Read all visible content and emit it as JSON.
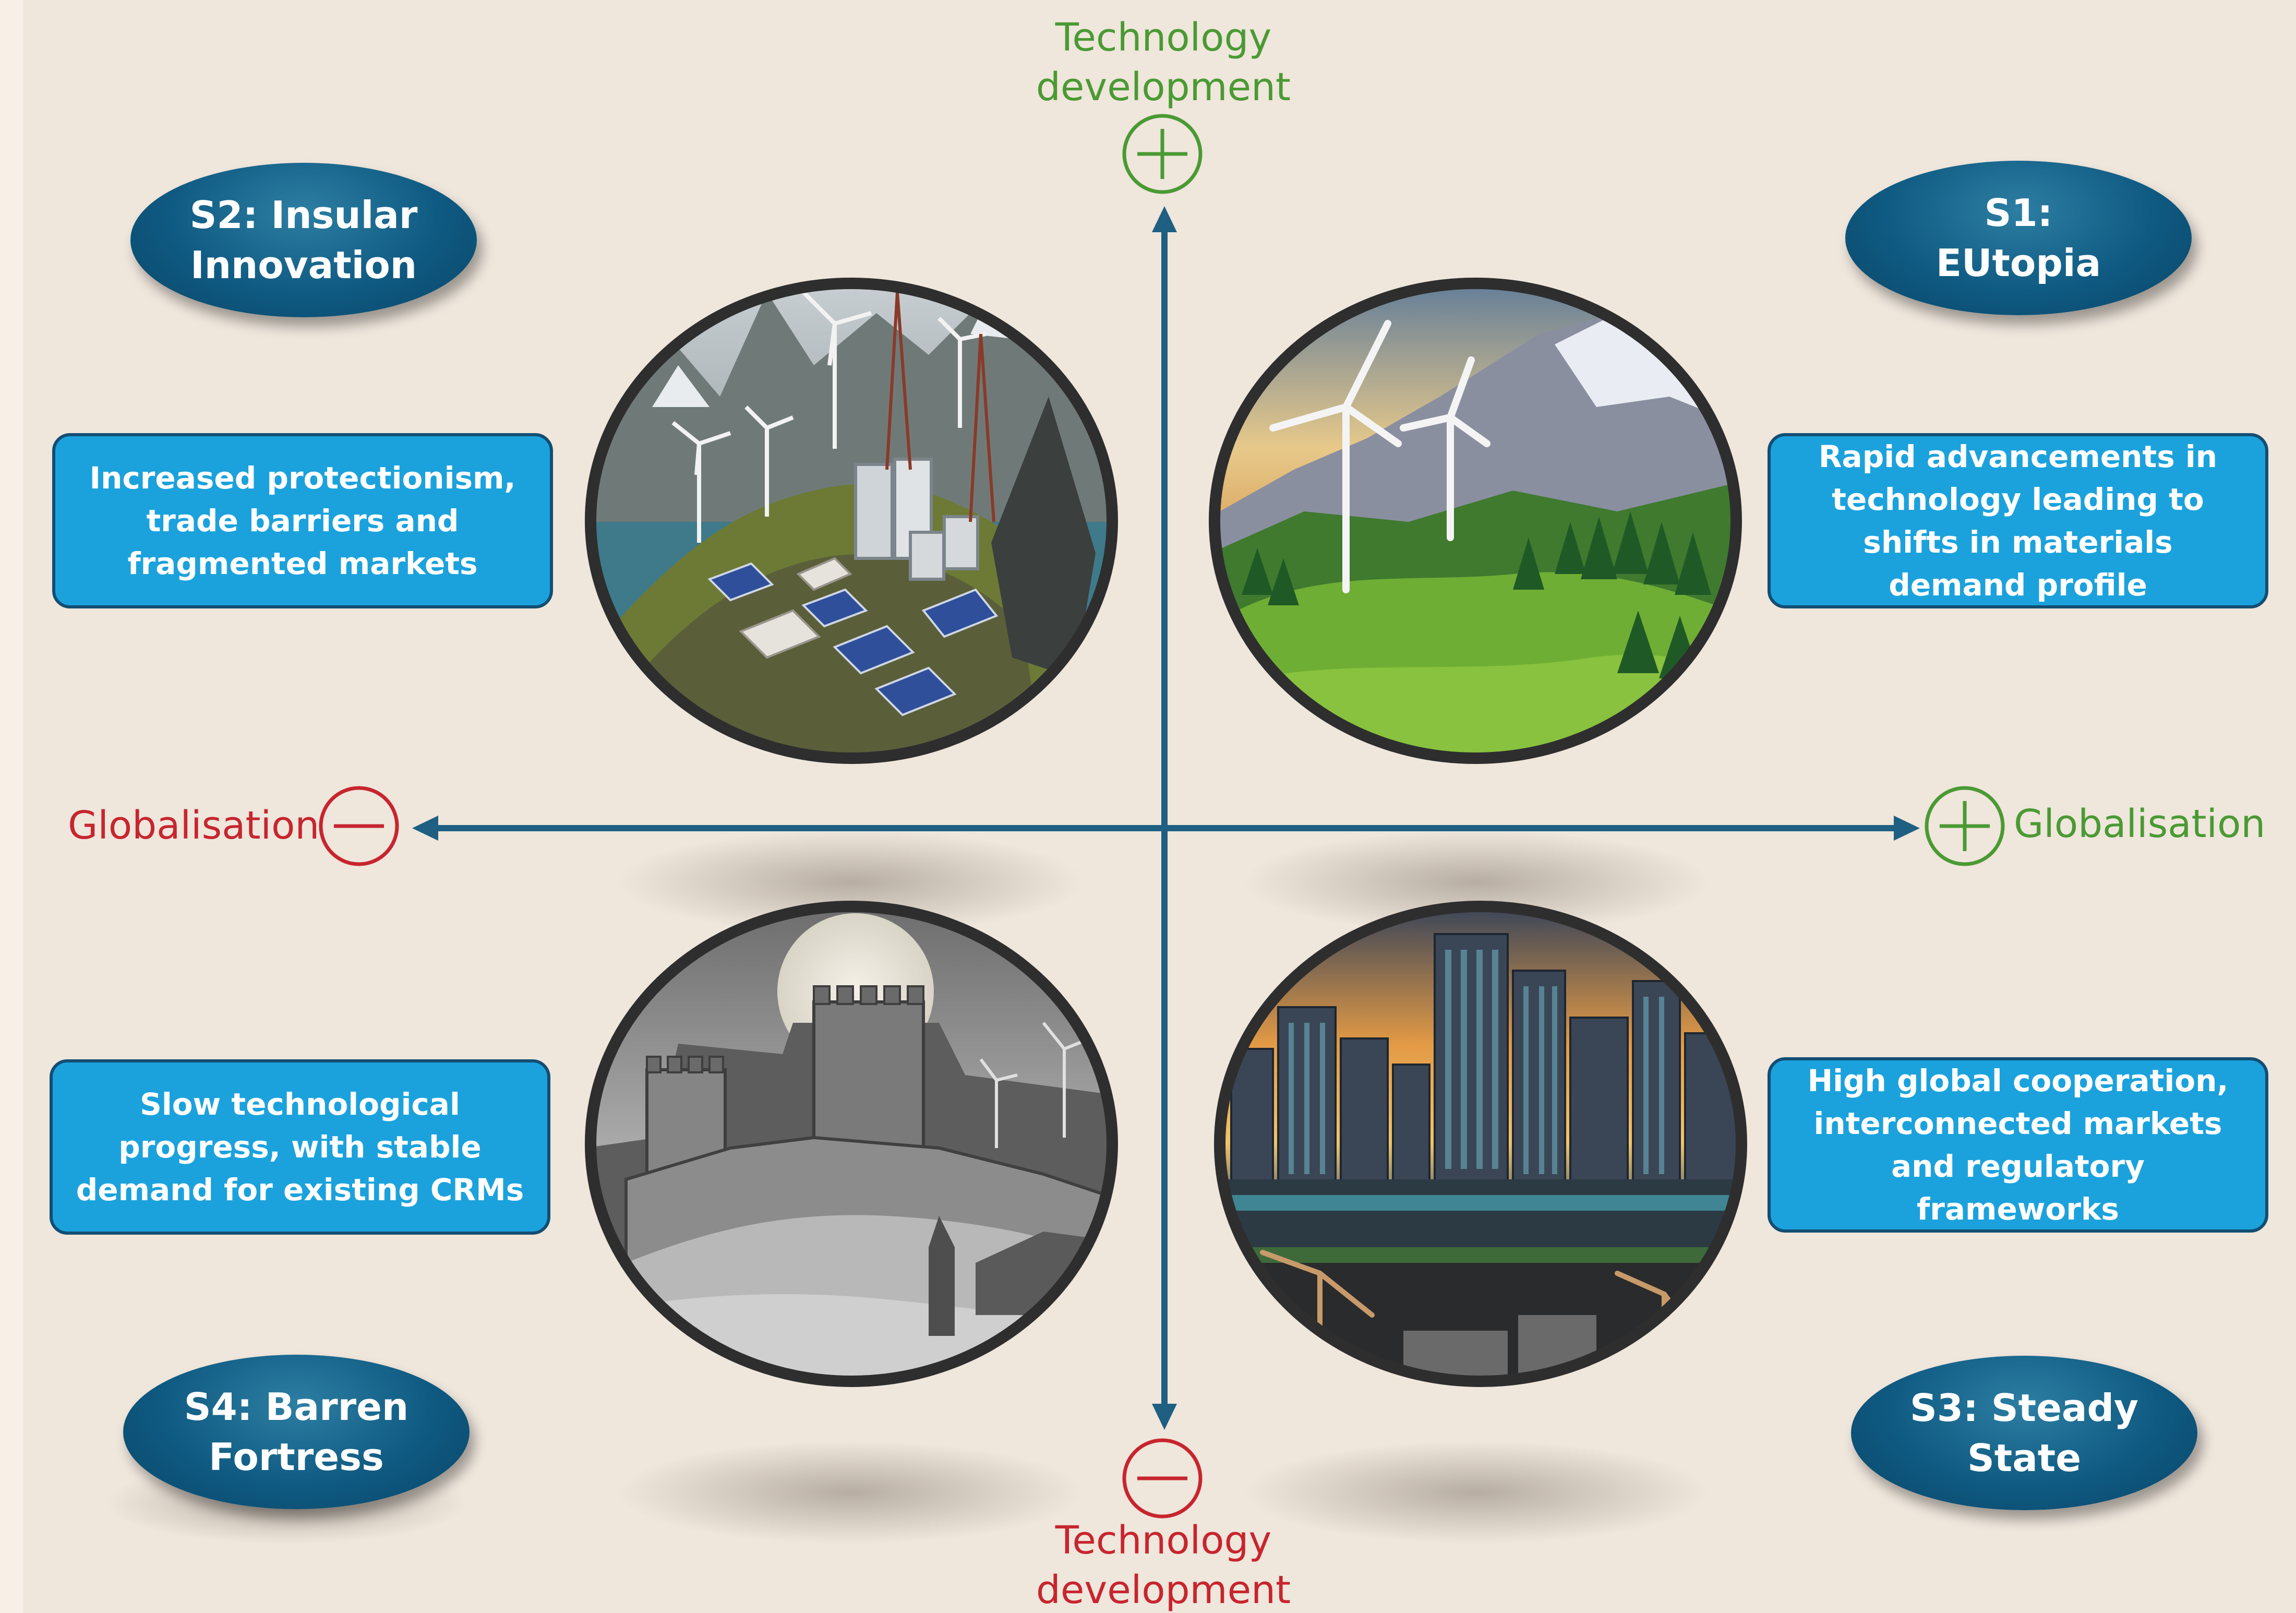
{
  "axes": {
    "y_positive_label": "Technology\ndevelopment",
    "y_negative_label": "Technology\ndevelopment",
    "x_negative_label": "Globalisation",
    "x_positive_label": "Globalisation",
    "positive_symbol": "+",
    "negative_symbol": "−"
  },
  "scenarios": {
    "s1": {
      "title": "S1:\nEUtopia",
      "description": "Rapid advancements in technology leading to shifts in materials demand profile",
      "image": "wind-turbines-green-mountains"
    },
    "s2": {
      "title": "S2: Insular\nInnovation",
      "description": "Increased protectionism, trade barriers and fragmented markets",
      "image": "isolated-industrial-island"
    },
    "s3": {
      "title": "S3: Steady\nState",
      "description": "High global cooperation, interconnected markets and regulatory frameworks",
      "image": "futuristic-city-sunset"
    },
    "s4": {
      "title": "S4: Barren\nFortress",
      "description": "Slow technological progress, with stable demand for existing CRMs",
      "image": "grey-fortress-castle"
    }
  },
  "colors": {
    "axis": "#1e5f82",
    "positive": "#4a9a33",
    "negative": "#c7252e",
    "ellipse": "#0f5a82",
    "box": "#1ba2dd",
    "box_border": "#134e72"
  }
}
